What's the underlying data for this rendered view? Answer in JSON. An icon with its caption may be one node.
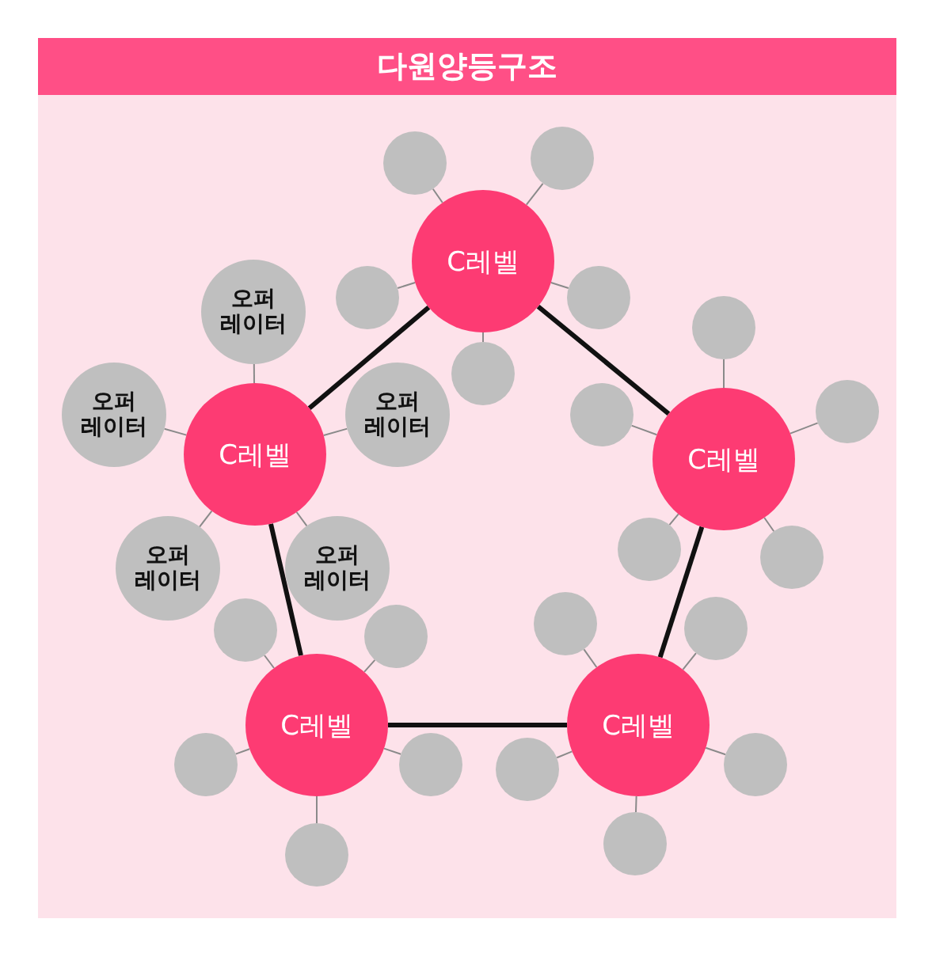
{
  "diagram": {
    "title": "다원양등구조",
    "nodes": [
      {
        "text": [
          "C레벨"
        ]
      },
      {
        "text": [],
        "shape": "circle"
      },
      {
        "text": [],
        "shape": "circle"
      },
      {
        "text": [],
        "shape": "circle"
      },
      {
        "text": [],
        "shape": "circle"
      },
      {
        "text": [],
        "shape": "circle"
      },
      {
        "text": [
          "C레벨"
        ]
      },
      {
        "text": [
          "오퍼 레이터"
        ]
      },
      {
        "text": [
          "오퍼 레이터"
        ]
      },
      {
        "text": [
          "오퍼 레이터"
        ]
      },
      {
        "text": [
          "오퍼 레이터"
        ]
      },
      {
        "text": [
          "오퍼 레이터"
        ]
      },
      {
        "text": [
          "C레벨"
        ]
      },
      {
        "text": [],
        "shape": "circle"
      },
      {
        "text": [],
        "shape": "circle"
      },
      {
        "text": [],
        "shape": "circle"
      },
      {
        "text": [],
        "shape": "circle"
      },
      {
        "text": [],
        "shape": "circle"
      },
      {
        "text": [
          "C레벨"
        ]
      },
      {
        "text": [],
        "shape": "circle"
      },
      {
        "text": [],
        "shape": "circle"
      },
      {
        "text": [],
        "shape": "circle"
      },
      {
        "text": [],
        "shape": "circle"
      },
      {
        "text": [],
        "shape": "circle"
      },
      {
        "text": [
          "C레벨"
        ]
      },
      {
        "text": [],
        "shape": "circle"
      },
      {
        "text": [],
        "shape": "circle"
      },
      {
        "text": [],
        "shape": "circle"
      },
      {
        "text": [],
        "shape": "circle"
      },
      {
        "text": [],
        "shape": "circle"
      }
    ],
    "edges": [
      {
        "from": 0,
        "to": 1,
        "arrow": "none"
      },
      {
        "from": 0,
        "to": 2,
        "arrow": "none"
      },
      {
        "from": 0,
        "to": 3,
        "arrow": "none"
      },
      {
        "from": 0,
        "to": 4,
        "arrow": "none"
      },
      {
        "from": 0,
        "to": 5,
        "arrow": "none"
      },
      {
        "from": 6,
        "to": 7,
        "arrow": "none"
      },
      {
        "from": 6,
        "to": 8,
        "arrow": "none"
      },
      {
        "from": 6,
        "to": 9,
        "arrow": "none"
      },
      {
        "from": 6,
        "to": 10,
        "arrow": "none"
      },
      {
        "from": 6,
        "to": 11,
        "arrow": "none"
      },
      {
        "from": 12,
        "to": 13,
        "arrow": "none"
      },
      {
        "from": 12,
        "to": 14,
        "arrow": "none"
      },
      {
        "from": 12,
        "to": 15,
        "arrow": "none"
      },
      {
        "from": 12,
        "to": 16,
        "arrow": "none"
      },
      {
        "from": 12,
        "to": 17,
        "arrow": "none"
      },
      {
        "from": 18,
        "to": 19,
        "arrow": "none"
      },
      {
        "from": 18,
        "to": 20,
        "arrow": "none"
      },
      {
        "from": 18,
        "to": 21,
        "arrow": "none"
      },
      {
        "from": 18,
        "to": 22,
        "arrow": "none"
      },
      {
        "from": 18,
        "to": 23,
        "arrow": "none"
      },
      {
        "from": 24,
        "to": 25,
        "arrow": "none"
      },
      {
        "from": 24,
        "to": 26,
        "arrow": "none"
      },
      {
        "from": 24,
        "to": 27,
        "arrow": "none"
      },
      {
        "from": 24,
        "to": 28,
        "arrow": "none"
      },
      {
        "from": 24,
        "to": 29,
        "arrow": "none"
      },
      {
        "from": 0,
        "to": 12,
        "arrow": "none",
        "style": "thick",
        "color": "#111111"
      },
      {
        "from": 12,
        "to": 24,
        "arrow": "none",
        "style": "thick",
        "color": "#111111"
      },
      {
        "from": 24,
        "to": 18,
        "arrow": "none",
        "style": "thick",
        "color": "#111111"
      },
      {
        "from": 18,
        "to": 6,
        "arrow": "none",
        "style": "thick",
        "color": "#111111"
      },
      {
        "from": 6,
        "to": 0,
        "arrow": "none",
        "style": "thick",
        "color": "#111111"
      }
    ]
  }
}
